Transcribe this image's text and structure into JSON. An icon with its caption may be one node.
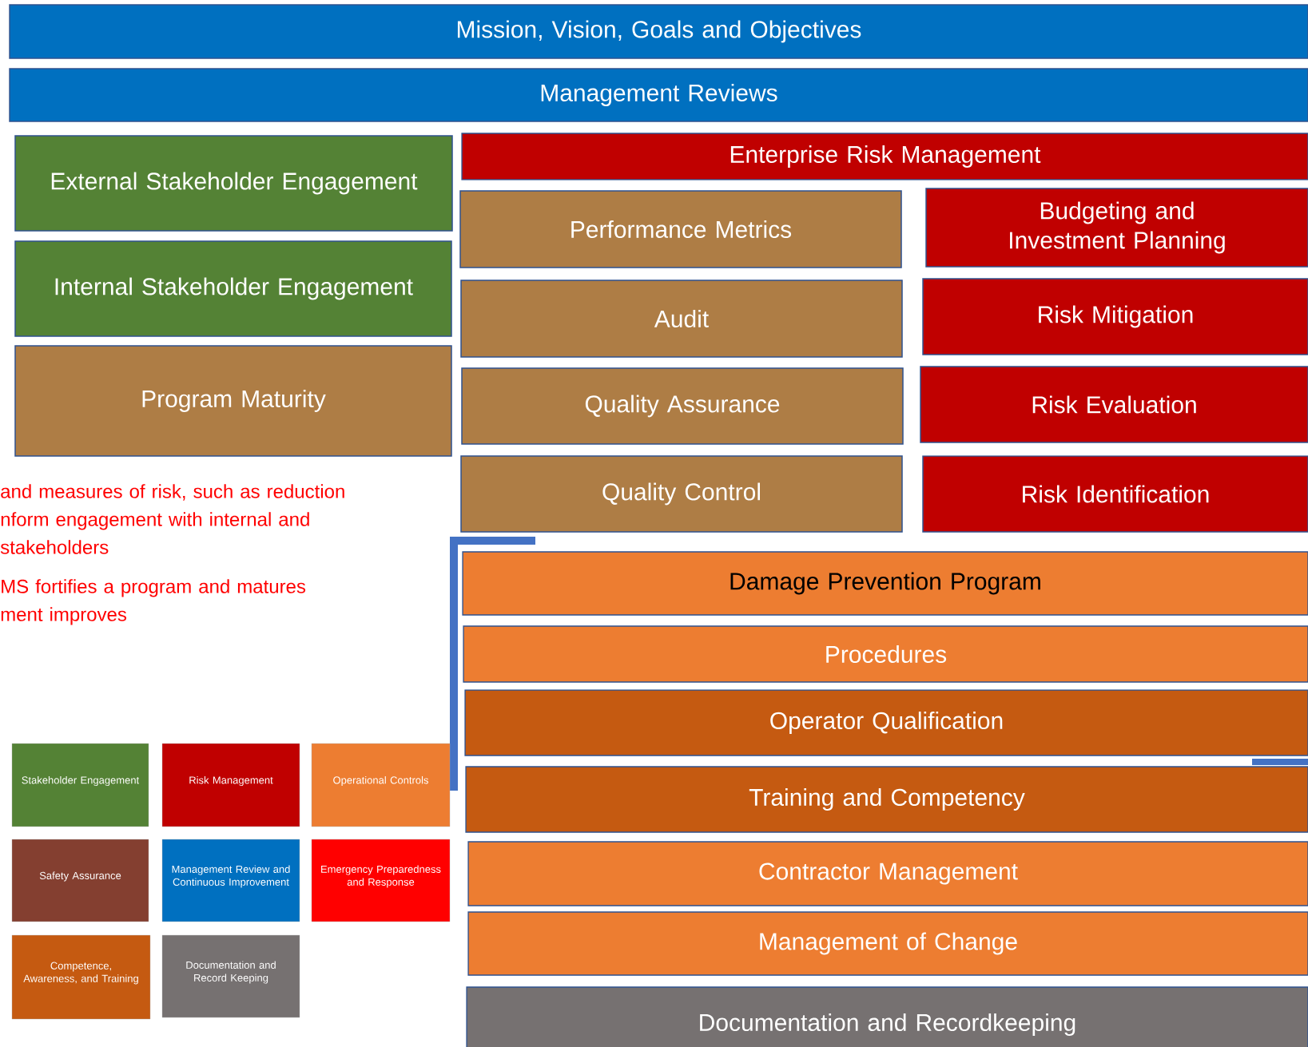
{
  "diagram": {
    "nodes": [
      {
        "text": [
          "Mission, Vision, Goals and Objectives"
        ]
      },
      {
        "text": [
          "Management Reviews"
        ]
      },
      {
        "text": [
          "External Stakeholder Engagement"
        ]
      },
      {
        "text": [
          "Internal Stakeholder Engagement"
        ]
      },
      {
        "text": [
          "Program Maturity"
        ]
      },
      {
        "text": [
          "Enterprise Risk Management"
        ]
      },
      {
        "text": [
          "Performance Metrics"
        ]
      },
      {
        "text": [
          "Budgeting and Investment Planning"
        ]
      },
      {
        "text": [
          "Audit"
        ]
      },
      {
        "text": [
          "Risk Mitigation"
        ]
      },
      {
        "text": [
          "Quality Assurance"
        ]
      },
      {
        "text": [
          "Risk Evaluation"
        ]
      },
      {
        "text": [
          "Quality Control"
        ]
      },
      {
        "text": [
          "Risk Identification"
        ]
      },
      {
        "text": [
          "Damage Prevention Program"
        ]
      },
      {
        "text": [
          "Procedures"
        ]
      },
      {
        "text": [
          "Operator Qualification"
        ]
      },
      {
        "text": [
          "Training and Competency"
        ]
      },
      {
        "text": [
          "Contractor Management"
        ]
      },
      {
        "text": [
          "Management of Change"
        ]
      },
      {
        "text": [
          "Documentation and Recordkeeping"
        ]
      }
    ],
    "labels": [
      "and measures of risk, such as reduction nform engagement with internal and stakeholders",
      "MS fortifies a program and matures ment improves"
    ],
    "legend": [
      {
        "text": "Stakeholder Engagement",
        "color": "#548235"
      },
      {
        "text": "Risk Management",
        "color": "#c00000"
      },
      {
        "text": "Operational Controls",
        "color": "#ed7d31"
      },
      {
        "text": "Safety Assurance",
        "color": "#843f30"
      },
      {
        "text": "Management Review and Continuous Improvement",
        "color": "#0070c0"
      },
      {
        "text": "Emergency Preparedness and Response",
        "color": "#ff0000"
      },
      {
        "text": "Competence, Awareness, and Training",
        "color": "#c55a11"
      },
      {
        "text": "Documentation and Record Keeping",
        "color": "#767171"
      }
    ]
  }
}
